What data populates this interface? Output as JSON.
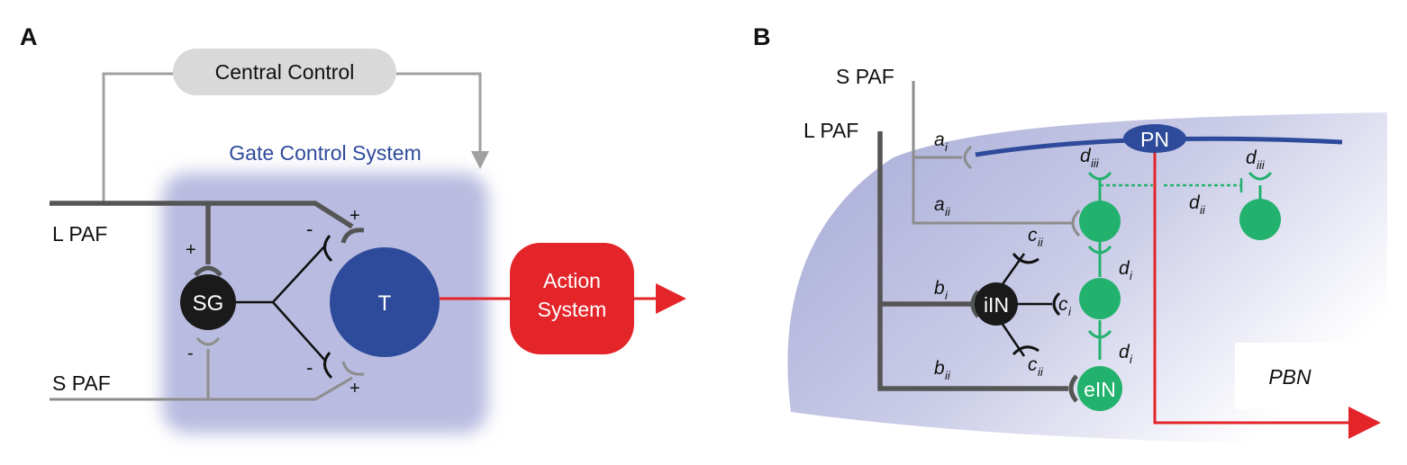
{
  "panel_a": {
    "letter": "A",
    "central_control": "Central Control",
    "gate_control_system": "Gate Control System",
    "l_paf": "L PAF",
    "s_paf": "S PAF",
    "sg": "SG",
    "t": "T",
    "action": "Action",
    "system": "System",
    "plus": "+",
    "minus": "-"
  },
  "panel_b": {
    "letter": "B",
    "s_paf": "S PAF",
    "l_paf": "L PAF",
    "pn": "PN",
    "iin": "iIN",
    "ein": "eIN",
    "pbn": "PBN",
    "a": "a",
    "b": "b",
    "c": "c",
    "d": "d",
    "sub_i": "i",
    "sub_ii": "ii",
    "sub_iii": "iii"
  },
  "colors": {
    "dark_blue": "#2e4a9a",
    "red": "#e3252a",
    "green": "#23b26d",
    "gate_box": "#b9bce0",
    "gray_line": "#8d8d8d",
    "dark_line": "#555555",
    "central_pill": "#d9d9d9"
  }
}
